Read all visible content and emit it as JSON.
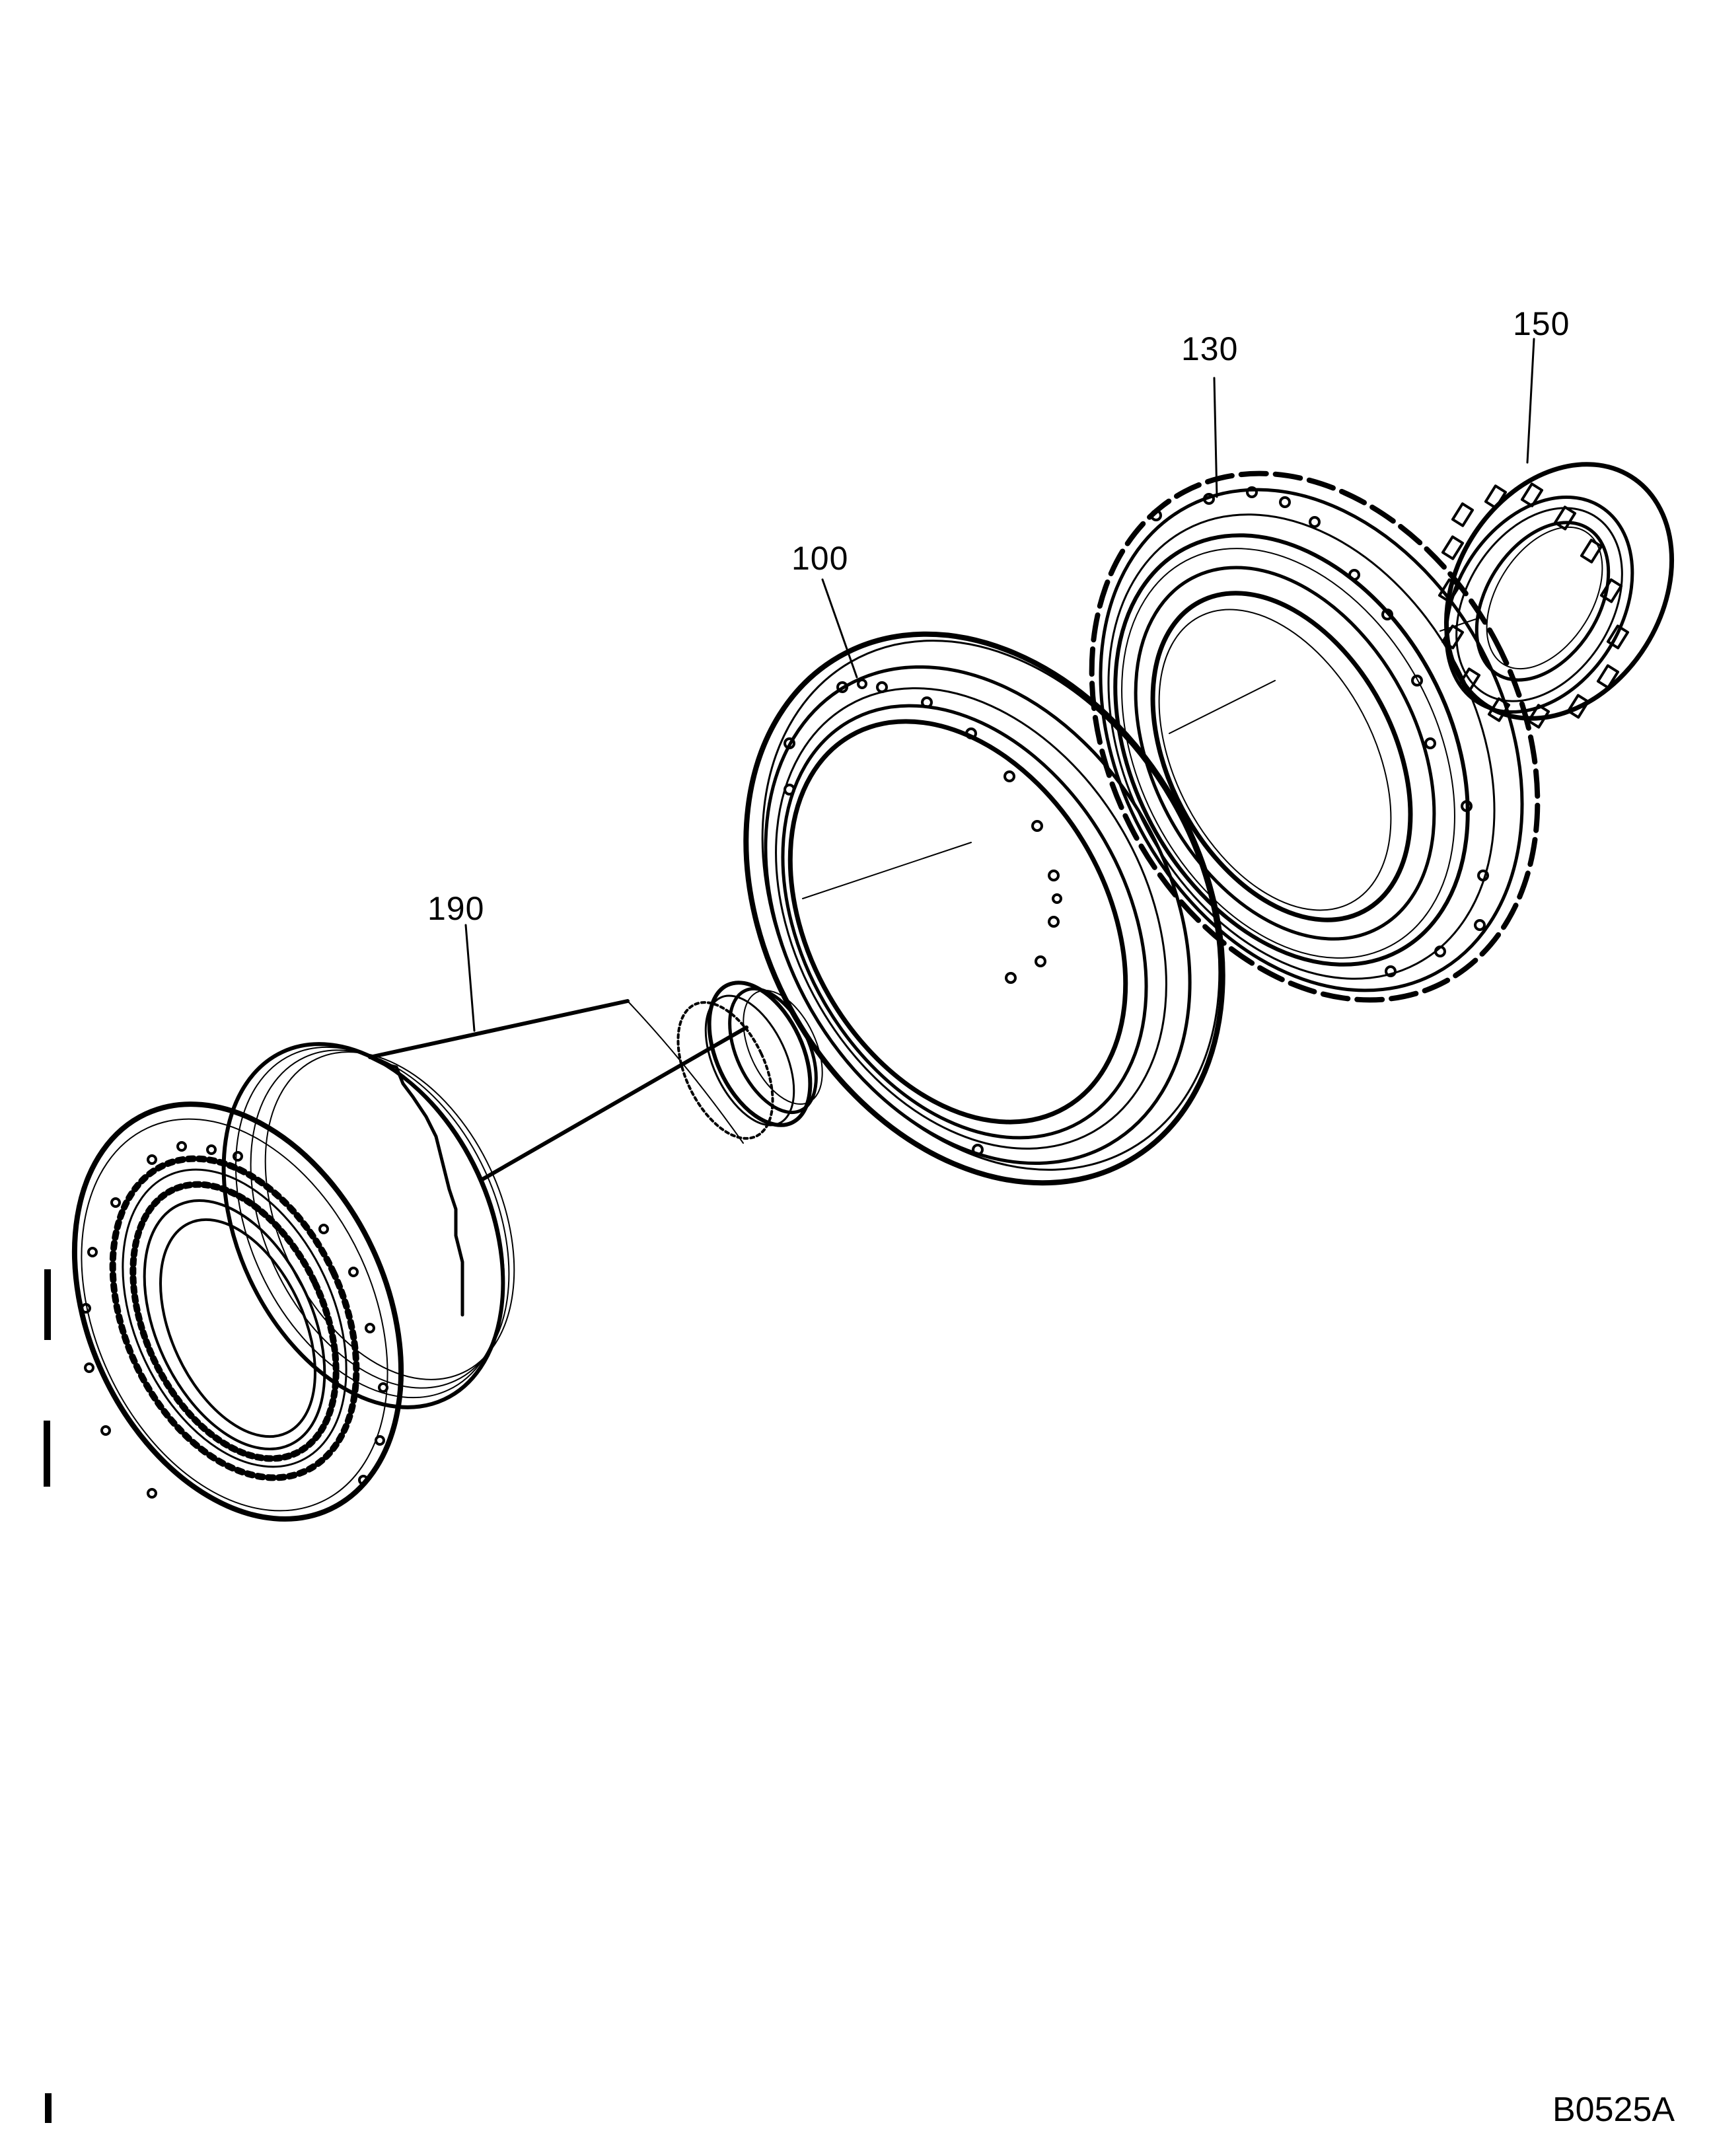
{
  "diagram": {
    "type": "exploded-parts-view",
    "drawing_code": "B0525A",
    "line_color": "#000000",
    "background": "#ffffff",
    "callouts": [
      {
        "label": "130",
        "part": "toothed-bearing-housing-ring"
      },
      {
        "label": "150",
        "part": "small-bearing-cage-ring"
      },
      {
        "label": "100",
        "part": "large-flanged-ring"
      },
      {
        "label": "190",
        "part": "hub-shaft-assembly"
      }
    ],
    "margin_marks": [
      {
        "name": "change-bar-1"
      },
      {
        "name": "change-bar-2"
      },
      {
        "name": "change-bar-3"
      }
    ]
  }
}
